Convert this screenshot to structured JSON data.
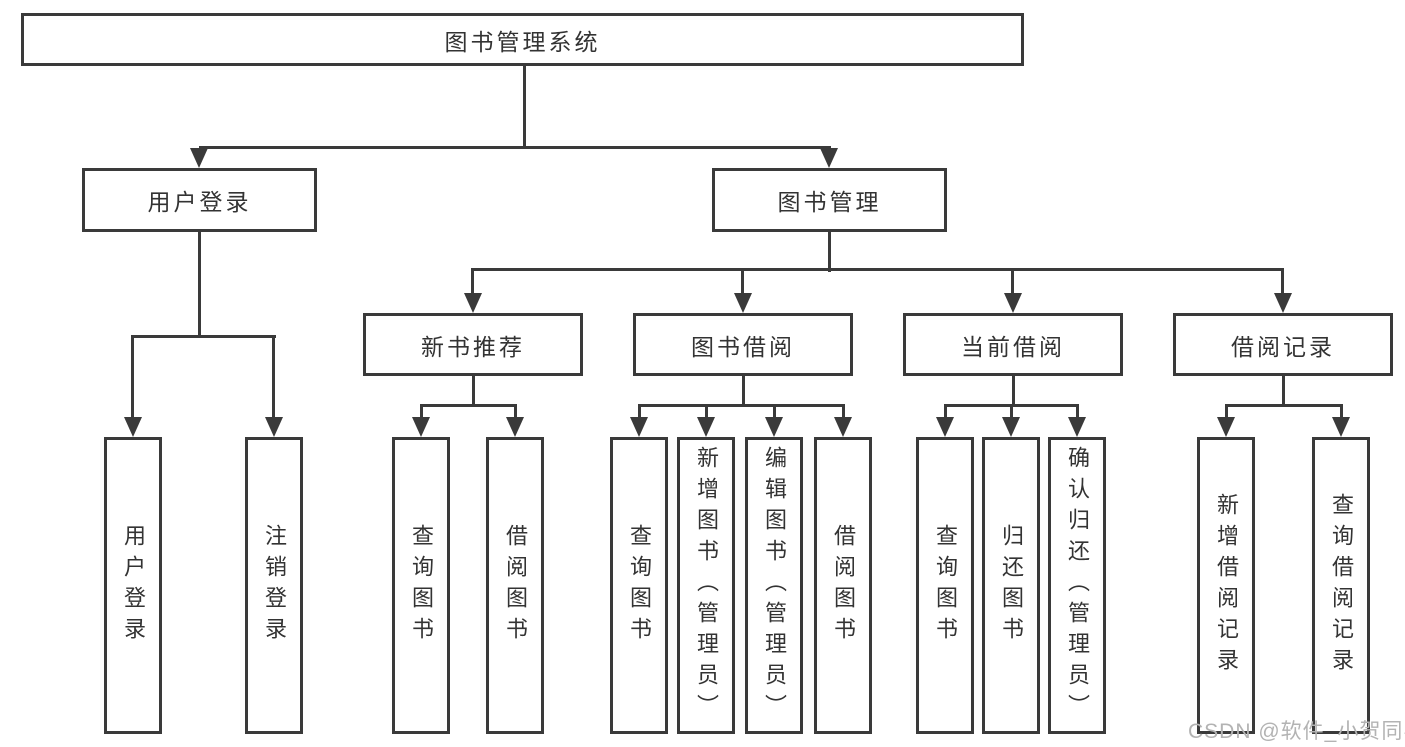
{
  "diagram_title": "图书管理系统",
  "watermark": "CSDN @软件_小贺同学",
  "colors": {
    "line": "#3a3a3a",
    "text": "#333333",
    "watermark": "#b3b3b3",
    "background": "#ffffff"
  },
  "nodes": {
    "root": "图书管理系统",
    "l2": [
      "用户登录",
      "图书管理"
    ],
    "l3": [
      "新书推荐",
      "图书借阅",
      "当前借阅",
      "借阅记录"
    ],
    "leaves": {
      "user": [
        "用户登录",
        "注销登录"
      ],
      "recommend": [
        "查询图书",
        "借阅图书"
      ],
      "borrow": [
        "查询图书",
        "新增图书（管理员）",
        "编辑图书（管理员）",
        "借阅图书"
      ],
      "current": [
        "查询图书",
        "归还图书",
        "确认归还（管理员）"
      ],
      "records": [
        "新增借阅记录",
        "查询借阅记录"
      ]
    }
  }
}
